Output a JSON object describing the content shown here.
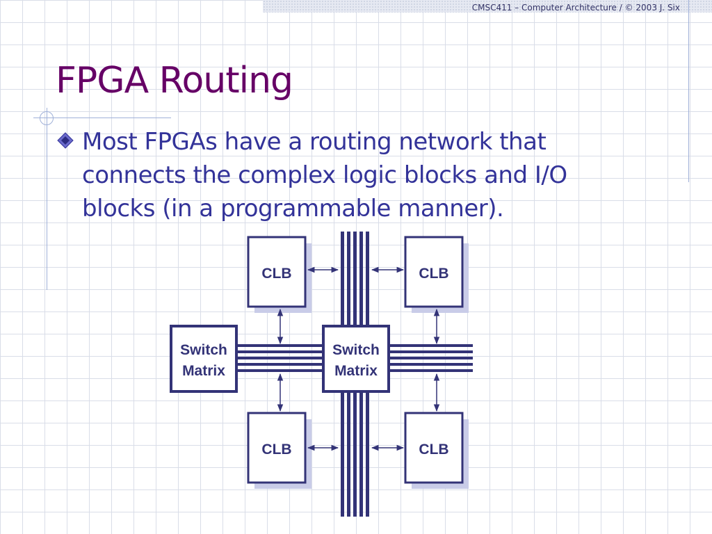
{
  "header": {
    "text": "CMSC411 – Computer Architecture / © 2003 J. Six"
  },
  "slide": {
    "title": "FPGA Routing",
    "bullet": "Most FPGAs have a routing network that connects the complex logic blocks and I/O blocks (in a programmable manner)."
  },
  "diagram": {
    "clb_label": "CLB",
    "switch_line1": "Switch",
    "switch_line2": "Matrix"
  },
  "colors": {
    "title": "#660066",
    "body": "#333399",
    "diagram": "#333377",
    "shadow": "#c9cce8"
  }
}
